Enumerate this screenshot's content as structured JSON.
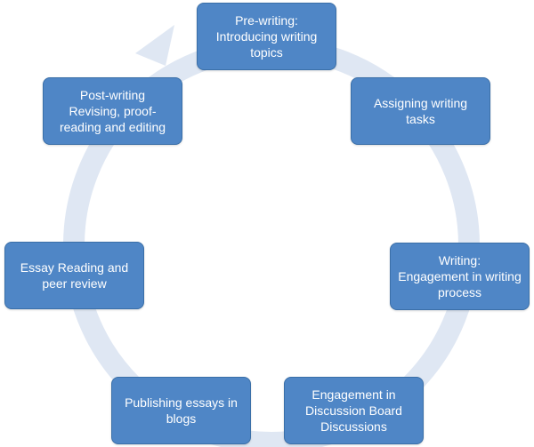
{
  "diagram": {
    "type": "cycle",
    "colors": {
      "node_fill": "#4f86c6",
      "node_border": "#3a6fa8",
      "node_text": "#ffffff",
      "ring": "#dfe7f3"
    },
    "ring_arrow_icon": "arrow-head-icon",
    "nodes": [
      {
        "line1": "Pre-writing:",
        "line2": "Introducing writing topics"
      },
      {
        "line1": "Assigning writing tasks",
        "line2": ""
      },
      {
        "line1": "Writing:",
        "line2": "Engagement in writing process"
      },
      {
        "line1": "Engagement in Discussion Board Discussions",
        "line2": ""
      },
      {
        "line1": "Publishing essays in blogs",
        "line2": ""
      },
      {
        "line1": "Essay Reading and peer review",
        "line2": ""
      },
      {
        "line1": "Post-writing",
        "line2": "Revising, proof-reading and editing"
      }
    ]
  }
}
